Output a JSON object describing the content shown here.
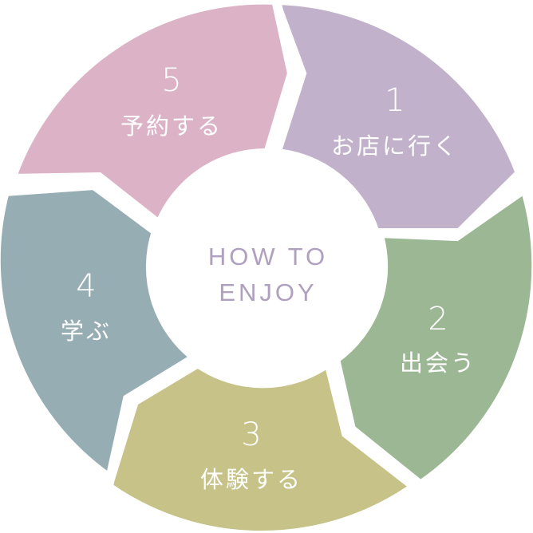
{
  "center": {
    "line1": "HOW TO",
    "line2": "ENJOY",
    "color": "#b0a0c0"
  },
  "steps": [
    {
      "number": "1",
      "label": "お店に行く",
      "color": "#c1b1ca"
    },
    {
      "number": "2",
      "label": "出会う",
      "color": "#9cb794"
    },
    {
      "number": "3",
      "label": "体験する",
      "color": "#c6c288"
    },
    {
      "number": "4",
      "label": "学ぶ",
      "color": "#97adb4"
    },
    {
      "number": "5",
      "label": "予約する",
      "color": "#dcb3c6"
    }
  ]
}
